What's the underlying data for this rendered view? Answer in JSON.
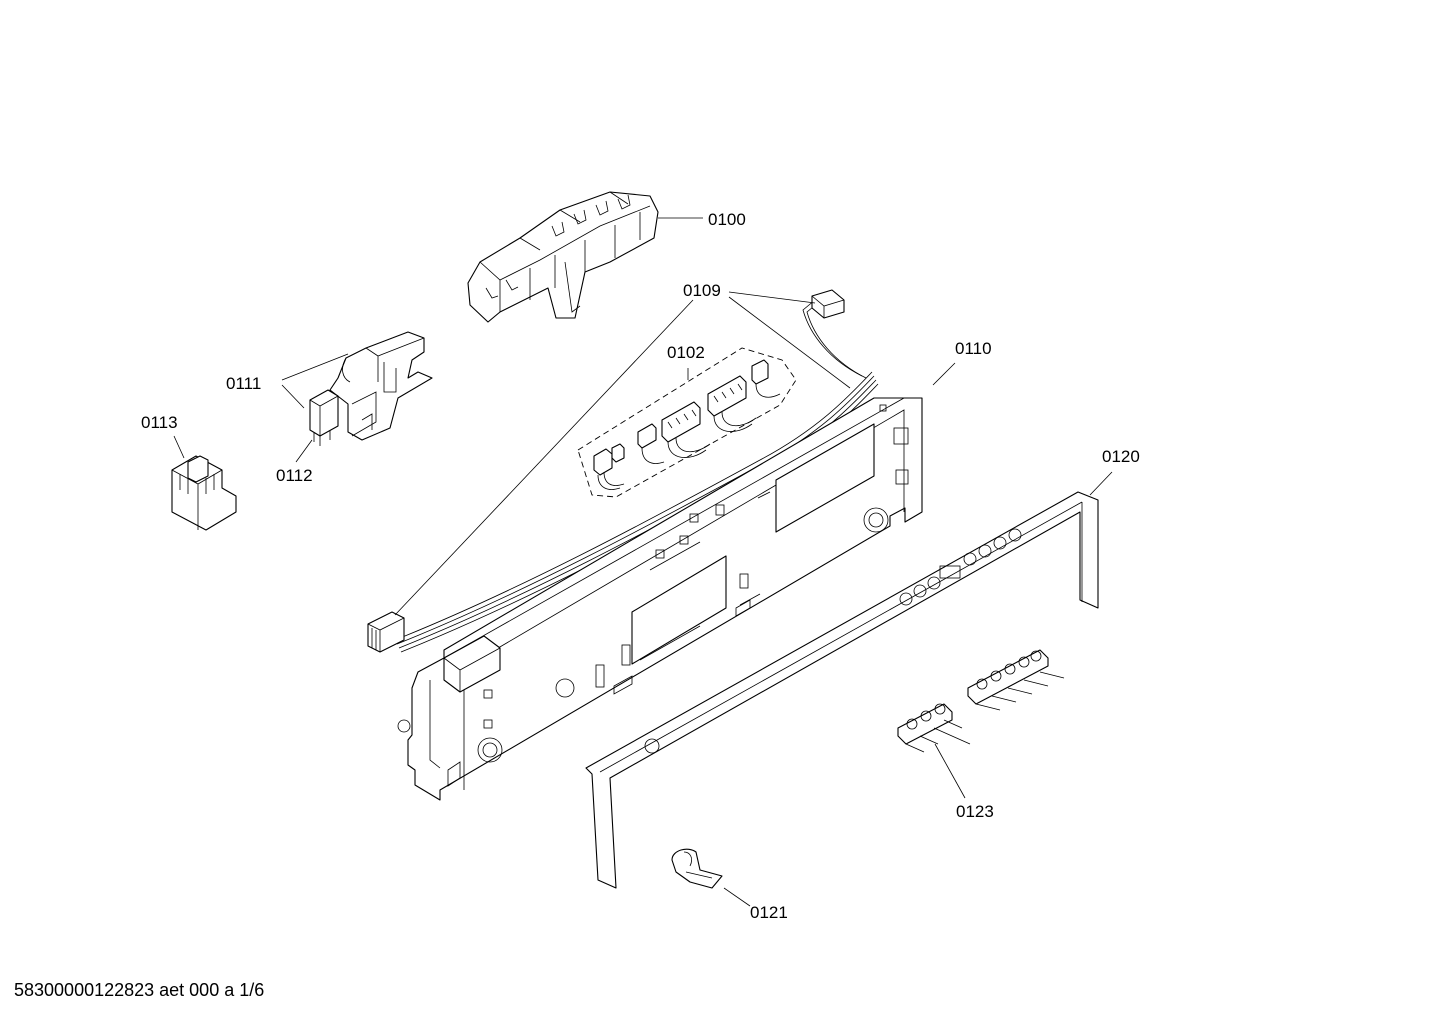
{
  "labels": {
    "p0100": "0100",
    "p0109": "0109",
    "p0102": "0102",
    "p0110": "0110",
    "p0111": "0111",
    "p0112": "0112",
    "p0113": "0113",
    "p0120": "0120",
    "p0121": "0121",
    "p0123": "0123"
  },
  "footer": {
    "code": "58300000122823 aet 000 a 1/6"
  }
}
